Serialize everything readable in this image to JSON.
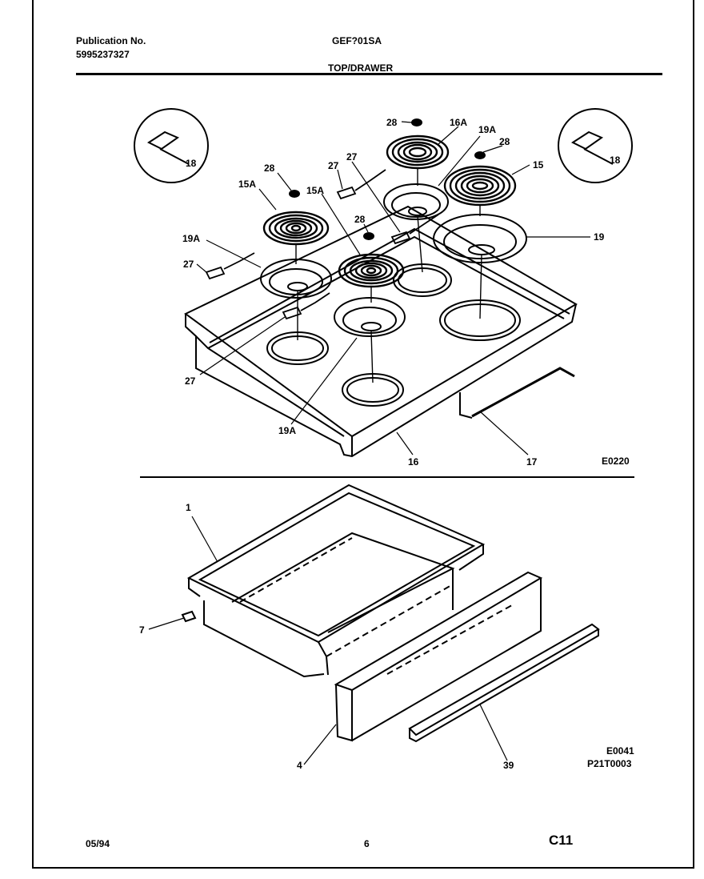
{
  "header": {
    "publication_label": "Publication No.",
    "publication_number": "5995237327",
    "model": "GEF?01SA",
    "section_title": "TOP/DRAWER"
  },
  "diagram": {
    "top_figure_code": "E0220",
    "drawer_figure_code": "E0041",
    "drawer_part_code": "P21T0003",
    "callouts": {
      "c18_left": "18",
      "c18_right": "18",
      "c28_top": "28",
      "c16a": "16A",
      "c19a_top": "19A",
      "c28_right": "28",
      "c15": "15",
      "c27_mid": "27",
      "c27_upper": "27",
      "c28_left": "28",
      "c15a_left": "15A",
      "c15a_mid": "15A",
      "c28_mid": "28",
      "c19": "19",
      "c19a_left": "19A",
      "c27_left": "27",
      "c27_bottom": "27",
      "c19a_bottom": "19A",
      "c16": "16",
      "c17": "17",
      "c1": "1",
      "c7": "7",
      "c4": "4",
      "c39": "39"
    }
  },
  "footer": {
    "date": "05/94",
    "page": "6",
    "code": "C11"
  }
}
